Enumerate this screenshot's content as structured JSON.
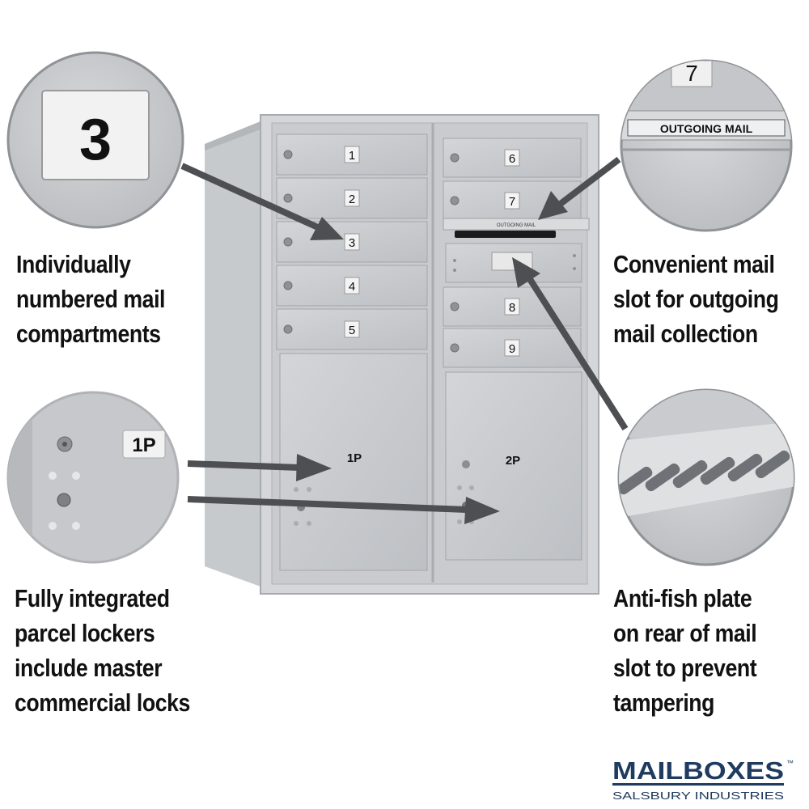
{
  "compartments_left": [
    {
      "label": "1"
    },
    {
      "label": "2"
    },
    {
      "label": "3"
    },
    {
      "label": "4"
    },
    {
      "label": "5"
    }
  ],
  "compartments_right": [
    {
      "label": "6"
    },
    {
      "label": "7"
    },
    {
      "label": "8"
    },
    {
      "label": "9"
    }
  ],
  "parcel_left": "1P",
  "parcel_right": "2P",
  "outgoing_slot_label": "OUTGOING MAIL",
  "zoom_top_left": {
    "number": "3"
  },
  "zoom_top_right": {
    "number": "7",
    "label": "OUTGOING MAIL"
  },
  "zoom_bottom_left": {
    "label": "1P"
  },
  "callouts": {
    "numbered": [
      "Individually",
      "numbered mail",
      "compartments"
    ],
    "slot": [
      "Convenient mail",
      "slot for outgoing",
      "mail collection"
    ],
    "parcel": [
      "Fully integrated",
      "parcel lockers",
      "include master",
      "commercial locks"
    ],
    "antifish": [
      "Anti-fish plate",
      "on rear of mail",
      "slot to prevent",
      "tampering"
    ]
  },
  "brand": {
    "name": "MAILBOXES",
    "trademark": "™",
    "sub": "SALSBURY INDUSTRIES",
    "color": "#1f3b5f"
  }
}
